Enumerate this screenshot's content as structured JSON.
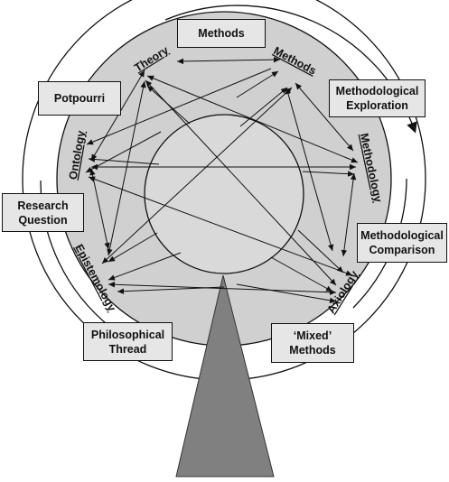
{
  "diagram": {
    "nodes": [
      {
        "id": "theory",
        "label": "Theory"
      },
      {
        "id": "methods",
        "label": "Methods"
      },
      {
        "id": "methodology",
        "label": "Methodology"
      },
      {
        "id": "axiology",
        "label": "Axiology"
      },
      {
        "id": "epistemology",
        "label": "Epistemology"
      },
      {
        "id": "ontology",
        "label": "Ontology"
      }
    ],
    "boxes": [
      {
        "id": "methods-box",
        "label": "Methods"
      },
      {
        "id": "potpourri-box",
        "label": "Potpourri"
      },
      {
        "id": "methodological-exploration-box",
        "label": "Methodological\nExploration"
      },
      {
        "id": "research-question-box",
        "label": "Research\nQuestion"
      },
      {
        "id": "methodological-comparison-box",
        "label": "Methodological\nComparison"
      },
      {
        "id": "philosophical-thread-box",
        "label": "Philosophical\nThread"
      },
      {
        "id": "mixed-methods-box",
        "label": "‘Mixed’\nMethods"
      }
    ]
  }
}
